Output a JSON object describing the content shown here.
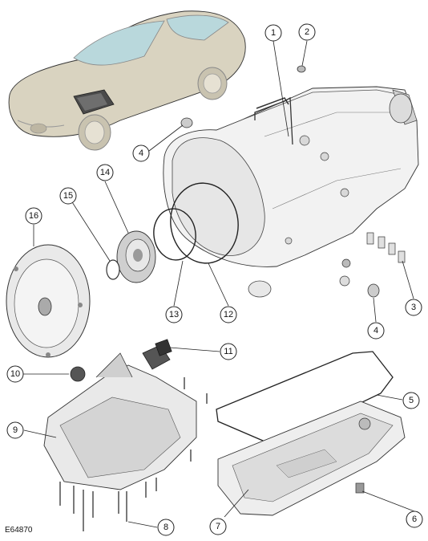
{
  "figure_id": "E64870",
  "callouts": [
    {
      "label": "1",
      "part": "transmission-vent-pipe"
    },
    {
      "label": "2",
      "part": "vent-bolt"
    },
    {
      "label": "3",
      "part": "valve-body-connector-sleeves"
    },
    {
      "label": "4",
      "part": "plug-upper"
    },
    {
      "label": "4",
      "part": "plug-lower"
    },
    {
      "label": "5",
      "part": "oil-pan-gasket"
    },
    {
      "label": "6",
      "part": "drain-plug"
    },
    {
      "label": "7",
      "part": "oil-pan"
    },
    {
      "label": "8",
      "part": "valve-body-bolts"
    },
    {
      "label": "9",
      "part": "valve-body"
    },
    {
      "label": "10",
      "part": "filter-seal"
    },
    {
      "label": "11",
      "part": "oil-filter"
    },
    {
      "label": "12",
      "part": "large-o-ring"
    },
    {
      "label": "13",
      "part": "small-o-ring"
    },
    {
      "label": "14",
      "part": "oil-pump"
    },
    {
      "label": "15",
      "part": "pump-seal"
    },
    {
      "label": "16",
      "part": "torque-converter"
    }
  ],
  "colors": {
    "car_body": "#d9d3c0",
    "car_shade": "#b9b2a0",
    "metal_light": "#f2f2f2",
    "metal_mid": "#cfcfcf",
    "metal_dark": "#8a8a8a",
    "line": "#222222"
  }
}
